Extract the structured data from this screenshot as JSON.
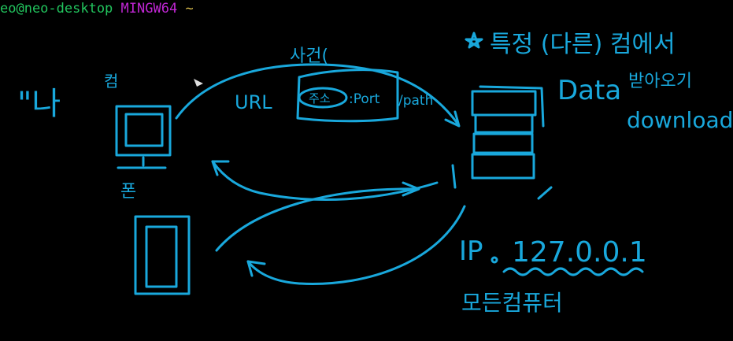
{
  "terminal": {
    "user_host": "eo@neo-desktop",
    "env": "MINGW64",
    "cwd": "~"
  },
  "colors": {
    "ink": "#19a8dc",
    "user": "#22c55e",
    "env": "#c026d3",
    "cwd": "#d4b84a"
  },
  "diagram": {
    "me_label": "\"나",
    "com_label": "컴",
    "phone_label": "폰",
    "event_label": "사건(",
    "url_label": "URL",
    "address_label": "주소",
    "port_label": ":Port",
    "path_label": "/path",
    "star_note": "특정 (다른) 컴에서",
    "data_label": "Data",
    "receive_label": "받아오기",
    "download_label": "download",
    "ip_label": "IP",
    "ip_value": "127.0.0.1",
    "all_computers": "모든컴퓨터"
  }
}
